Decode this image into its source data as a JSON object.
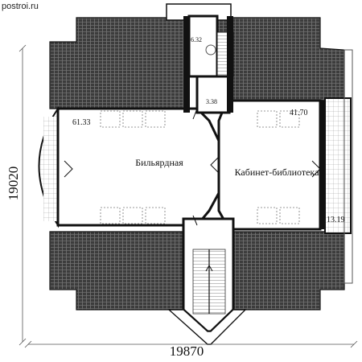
{
  "watermark": "postroi.ru",
  "rooms": {
    "billiard": {
      "name": "Бильярдная",
      "area": "61.33"
    },
    "study": {
      "name": "Кабинет-библиотека",
      "area": "41.70"
    },
    "balcony_right": {
      "area": "13.19"
    },
    "wc": {
      "area": "6.32"
    },
    "hall": {
      "area": "3.38"
    }
  },
  "dimensions": {
    "width": "19870",
    "height": "19020"
  },
  "colors": {
    "roof": "#4a4a4a",
    "wall": "#111111",
    "tile_line": "#9a9a9a",
    "paper": "#ffffff"
  }
}
